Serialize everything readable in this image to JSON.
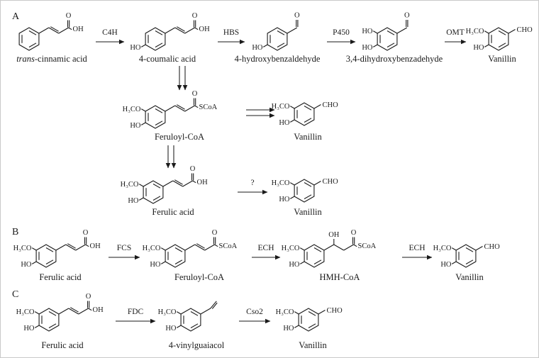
{
  "panel_labels": {
    "a": "A",
    "b": "B",
    "c": "C"
  },
  "enzymes": {
    "c4h": "C4H",
    "hbs": "HBS",
    "p450": "P450",
    "omt": "OMT",
    "unknown": "?",
    "fcs": "FCS",
    "ech": "ECH",
    "fdc": "FDC",
    "cso2": "Cso2"
  },
  "substituents": {
    "o": "O",
    "oh": "OH",
    "ho": "HO",
    "h3co": "H₃CO",
    "cho": "CHO",
    "scoa": "SCoA"
  },
  "names": {
    "trans_italic": "trans",
    "trans_rest": "-cinnamic acid",
    "coumalic": "4-coumalic acid",
    "hydroxybenzaldehyde": "4-hydroxybenzaldehyde",
    "dihydroxybenzadehyde": "3,4-dihydroxybenzadehyde",
    "vanillin": "Vanillin",
    "feruloyl_coa": "Feruloyl-CoA",
    "ferulic": "Ferulic acid",
    "hmh_coa": "HMH-CoA",
    "vinylguaiacol": "4-vinylguaiacol"
  },
  "colors": {
    "ink": "#1a1a1a",
    "background": "#ffffff"
  }
}
